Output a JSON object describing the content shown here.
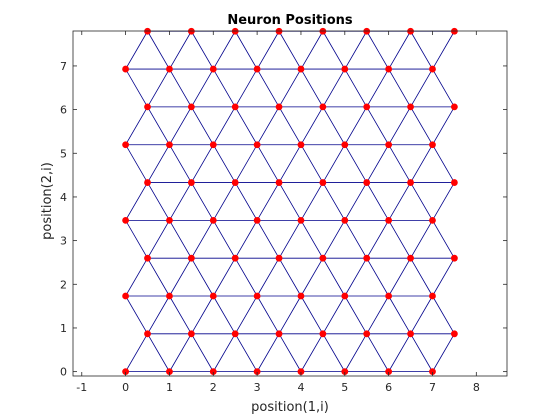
{
  "chart_data": {
    "type": "scatter",
    "title": "Neuron Positions",
    "xlabel": "position(1,i)",
    "ylabel": "position(2,i)",
    "xlim": [
      -1.2,
      8.7
    ],
    "ylim": [
      -0.1,
      7.8
    ],
    "xticks": [
      -1,
      0,
      1,
      2,
      3,
      4,
      5,
      6,
      7,
      8
    ],
    "yticks": [
      0,
      1,
      2,
      3,
      4,
      5,
      6,
      7
    ],
    "grid": false,
    "legend": "none",
    "layout": "hextop",
    "dimensions": [
      8,
      10
    ],
    "row_spacing": 0.866,
    "colors": {
      "points": "#ff0000",
      "edges": "#00008b",
      "axes": "#262626"
    }
  }
}
